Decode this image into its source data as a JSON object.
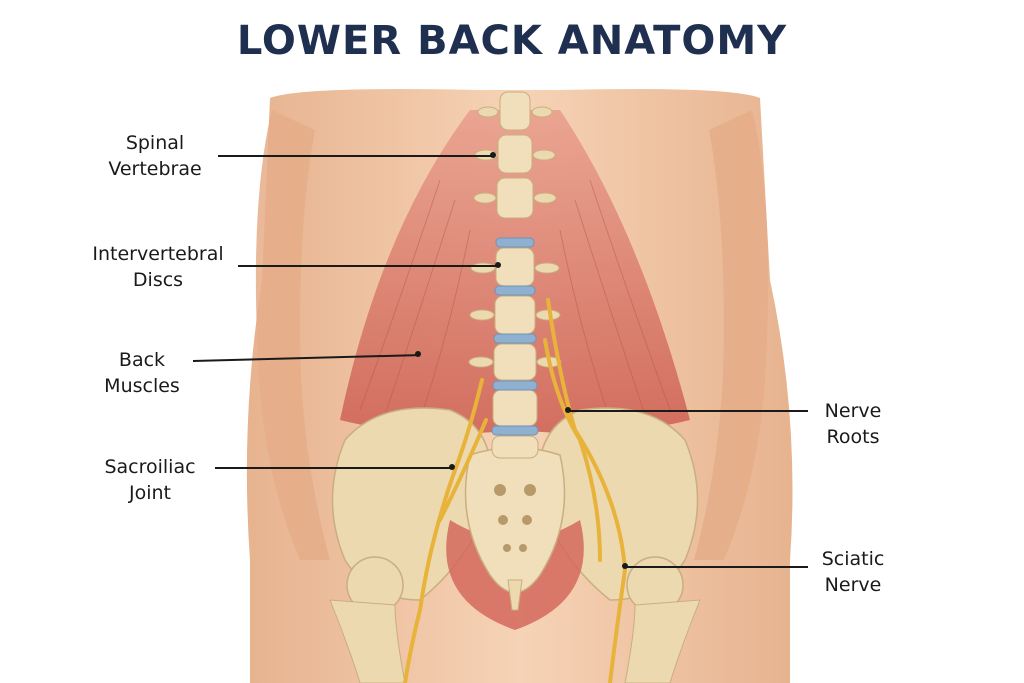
{
  "title": "LOWER BACK ANATOMY",
  "colors": {
    "title": "#1e2f4f",
    "skin": "#f2c9a8",
    "muscle": "#d9756a",
    "bone": "#ecd9b0",
    "disc": "#8fb0d0",
    "nerve": "#e8b33a"
  },
  "labels": {
    "spinal_vertebrae": [
      "Spinal",
      "Vertebrae"
    ],
    "intervertebral_discs": [
      "Intervertebral",
      "Discs"
    ],
    "back_muscles": [
      "Back",
      "Muscles"
    ],
    "sacroiliac_joint": [
      "Sacroiliac",
      "Joint"
    ],
    "nerve_roots": [
      "Nerve",
      "Roots"
    ],
    "sciatic_nerve": [
      "Sciatic",
      "Nerve"
    ]
  }
}
